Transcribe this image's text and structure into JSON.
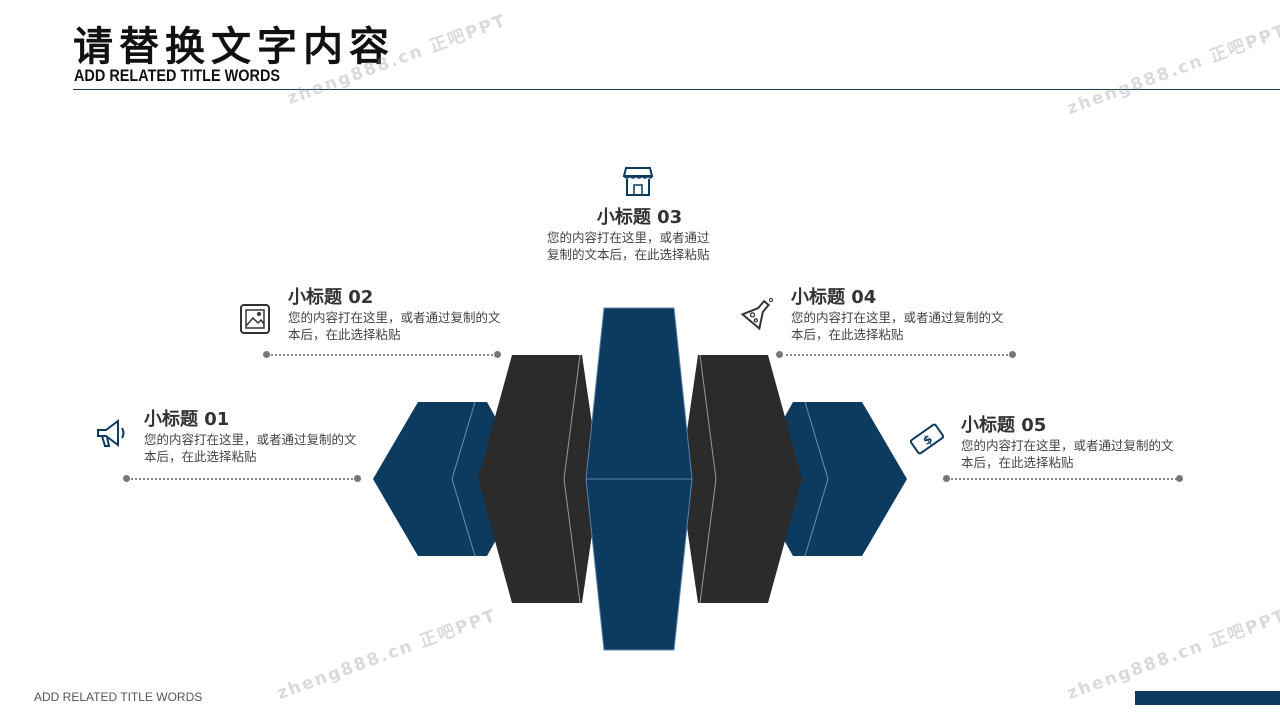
{
  "header": {
    "title": "请替换文字内容",
    "subtitle": "ADD RELATED TITLE WORDS"
  },
  "items": [
    {
      "title": "小标题 01",
      "text": "您的内容打在这里，或者通过复制的文本后，在此选择粘贴",
      "icon": "megaphone-icon"
    },
    {
      "title": "小标题 02",
      "text": "您的内容打在这里，或者通过复制的文本后，在此选择粘贴",
      "icon": "image-icon"
    },
    {
      "title": "小标题 03",
      "text": "您的内容打在这里，或者通过复制的文本后，在此选择粘贴",
      "icon": "shop-icon"
    },
    {
      "title": "小标题 04",
      "text": "您的内容打在这里，或者通过复制的文本后，在此选择粘贴",
      "icon": "flask-icon"
    },
    {
      "title": "小标题 05",
      "text": "您的内容打在这里，或者通过复制的文本后，在此选择粘贴",
      "icon": "money-icon"
    }
  ],
  "footer": {
    "text": "ADD RELATED TITLE  WORDS"
  },
  "watermark": "zheng888.cn 正吧PPT",
  "colors": {
    "blue": "#0d3a5f",
    "dark": "#2b2b2b",
    "line": "#888888"
  }
}
